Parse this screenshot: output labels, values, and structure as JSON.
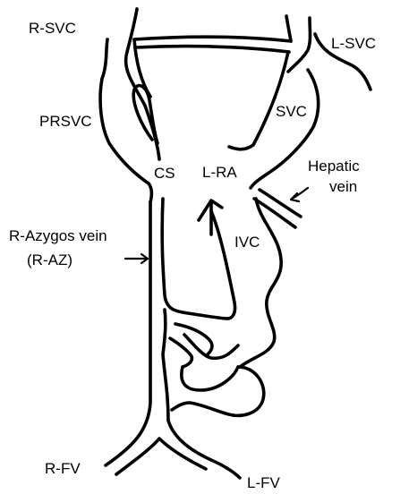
{
  "labels": {
    "r_svc": "R-SVC",
    "l_svc": "L-SVC",
    "prsvc": "PRSVC",
    "svc": "SVC",
    "cs": "CS",
    "l_ra": "L-RA",
    "hepatic_line1": "Hepatic",
    "hepatic_line2": "vein",
    "r_azygos": "R-Azygos vein",
    "r_az": "(R-AZ)",
    "ivc": "IVC",
    "r_fv": "R-FV",
    "l_fv": "L-FV"
  },
  "colors": {
    "line": "#000000",
    "background": "#ffffff"
  }
}
